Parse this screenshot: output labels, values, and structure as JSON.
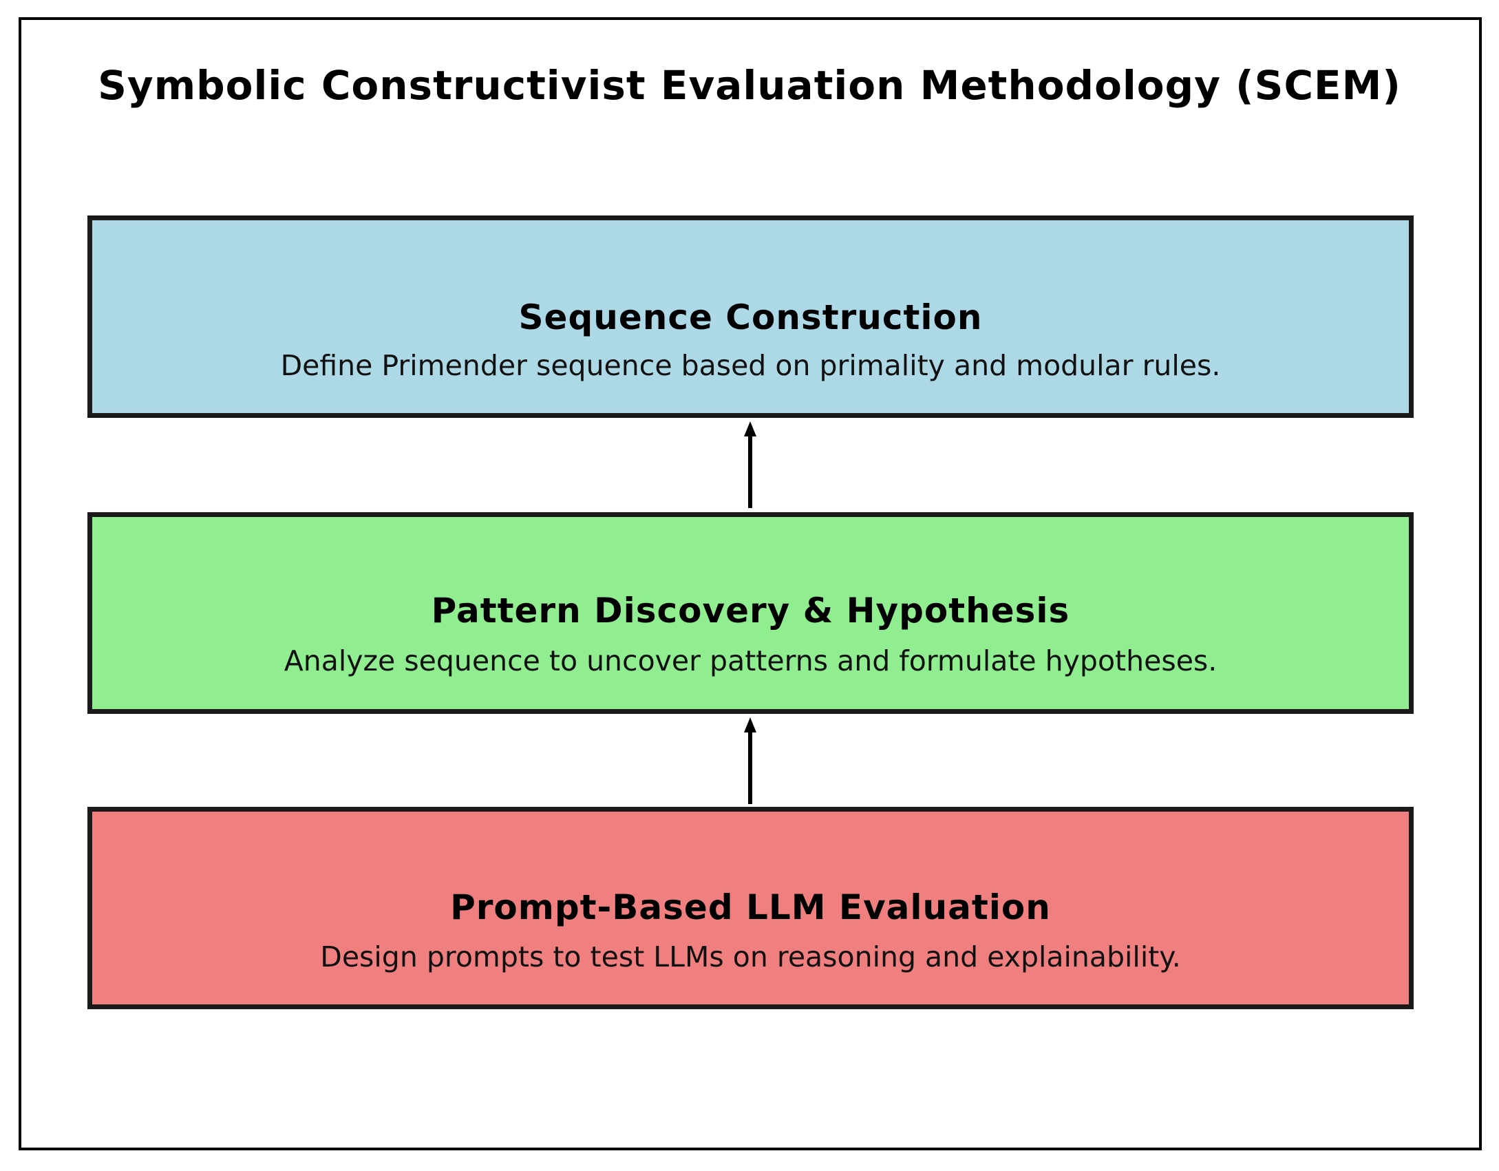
{
  "diagram": {
    "title": "Symbolic Constructivist Evaluation Methodology (SCEM)",
    "stages": [
      {
        "title": "Sequence Construction",
        "description": "Define Primender sequence based on primality and modular rules.",
        "color": "#ADD8E6"
      },
      {
        "title": "Pattern Discovery & Hypothesis",
        "description": "Analyze sequence to uncover patterns and formulate hypotheses.",
        "color": "#90EE90"
      },
      {
        "title": "Prompt-Based LLM Evaluation",
        "description": "Design prompts to test LLMs on reasoning and explainability.",
        "color": "#F08080"
      }
    ],
    "connections": [
      {
        "from": 1,
        "to": 0,
        "direction": "up"
      },
      {
        "from": 2,
        "to": 1,
        "direction": "up"
      }
    ],
    "border_color": "#1a1a1a",
    "arrow_color": "#000000"
  }
}
